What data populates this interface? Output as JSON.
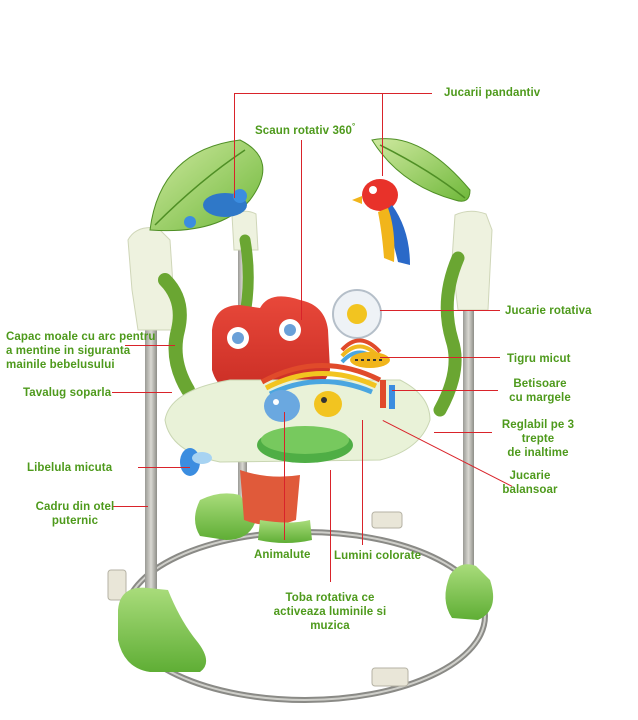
{
  "colors": {
    "label": "#4e9a1c",
    "leader": "#d9232a"
  },
  "illustration": {
    "subject": "jumper-product-illustration"
  },
  "labels": {
    "jucarii_pandantiv": "Jucarii pandantiv",
    "scaun_rotativ": "Scaun rotativ 360",
    "scaun_rotativ_degree": "°",
    "capac_moale_1": "Capac moale cu arc pentru",
    "capac_moale_2": "a mentine in siguranta",
    "capac_moale_3": "mainile bebelusului",
    "jucarie_rotativa": "Jucarie rotativa",
    "tigru_micut": "Tigru micut",
    "tavalug_soparla": "Tavalug soparla",
    "betisoare_1": "Betisoare",
    "betisoare_2": "cu margele",
    "reglabil_1": "Reglabil pe 3 trepte",
    "reglabil_2": "de inaltime",
    "libelula": "Libelula micuta",
    "jucarie_balansoar_1": "Jucarie",
    "jucarie_balansoar_2": "balansoar",
    "cadru_1": "Cadru din otel",
    "cadru_2": "puternic",
    "animalute": "Animalute",
    "lumini": "Lumini colorate",
    "toba_1": "Toba rotativa ce",
    "toba_2": "activeaza luminile si muzica"
  }
}
